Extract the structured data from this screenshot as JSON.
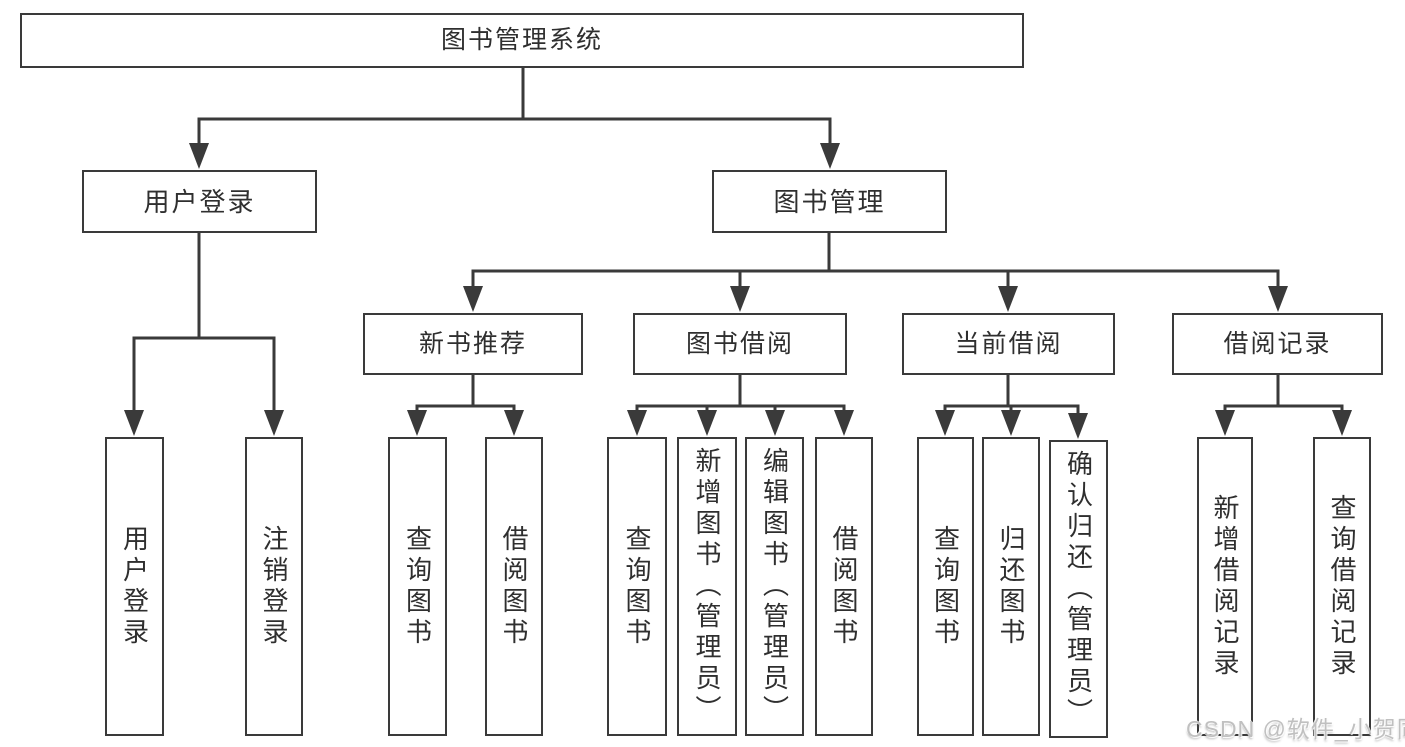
{
  "diagram": {
    "title": "图书管理系统",
    "branches": [
      {
        "label": "用户登录",
        "leaves": [
          "用户登录",
          "注销登录"
        ]
      },
      {
        "label": "图书管理",
        "groups": [
          {
            "label": "新书推荐",
            "leaves": [
              "查询图书",
              "借阅图书"
            ]
          },
          {
            "label": "图书借阅",
            "leaves": [
              "查询图书",
              "新增图书（管理员）",
              "编辑图书（管理员）",
              "借阅图书"
            ]
          },
          {
            "label": "当前借阅",
            "leaves": [
              "查询图书",
              "归还图书",
              "确认归还（管理员）"
            ]
          },
          {
            "label": "借阅记录",
            "leaves": [
              "新增借阅记录",
              "查询借阅记录"
            ]
          }
        ]
      }
    ]
  },
  "watermark": {
    "text": "CSDN @软件_小贺同学"
  },
  "colors": {
    "line": "#3a3a3a",
    "text": "#2f2f2f",
    "background": "#ffffff",
    "watermark": "#c0c0c0"
  }
}
